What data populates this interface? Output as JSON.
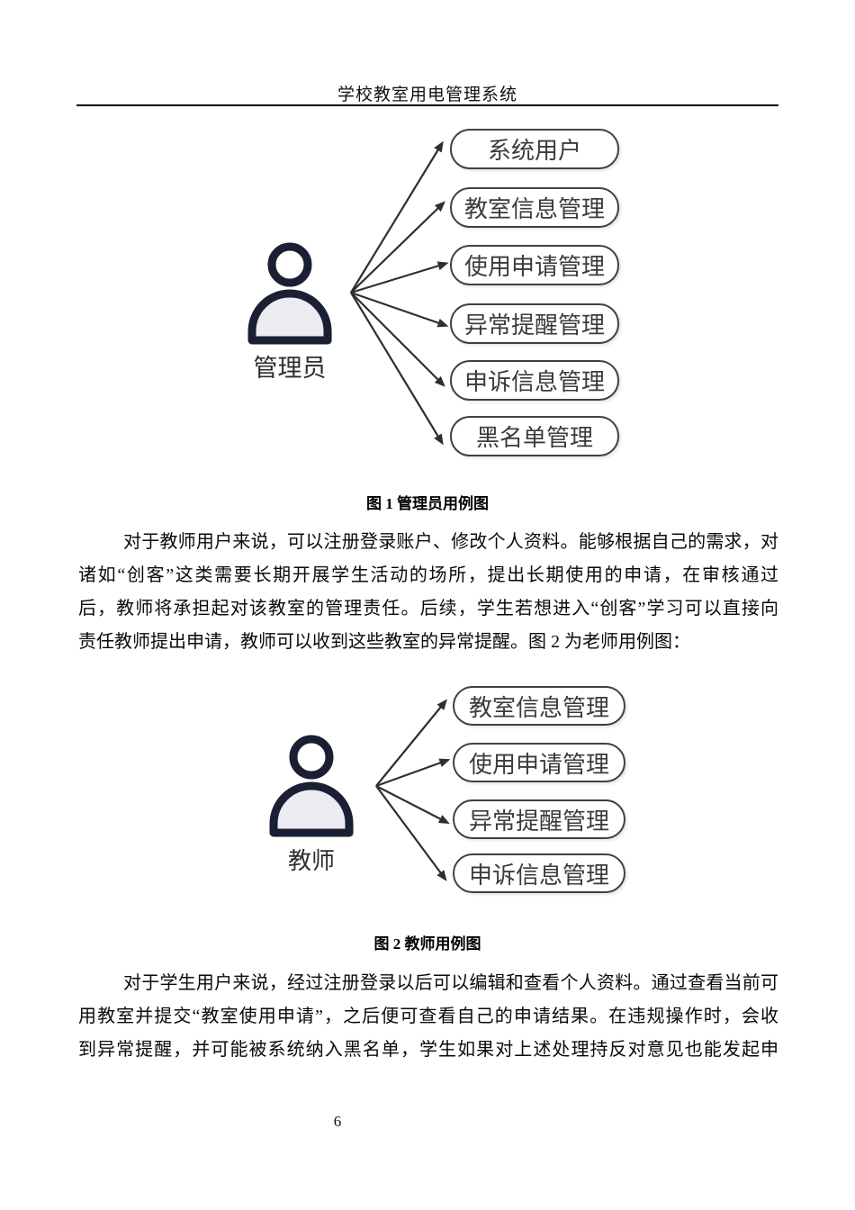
{
  "header": {
    "title": "学校教室用电管理系统"
  },
  "figure1": {
    "actor_label": "管理员",
    "usecases": [
      "系统用户",
      "教室信息管理",
      "使用申请管理",
      "异常提醒管理",
      "申诉信息管理",
      "黑名单管理"
    ],
    "caption": "图 1 管理员用例图"
  },
  "paragraph1": {
    "lines": [
      "对于教师用户来说，可以注册登录账户、修改个人资料。能够根据自己的需求，对",
      "诸如“创客”这类需要长期开展学生活动的场所，提出长期使用的申请，在审核通过",
      "后，教师将承担起对该教室的管理责任。后续，学生若想进入“创客”学习可以直接向",
      "责任教师提出申请，教师可以收到这些教室的异常提醒。图 2 为老师用例图："
    ]
  },
  "figure2": {
    "actor_label": "教师",
    "usecases": [
      "教室信息管理",
      "使用申请管理",
      "异常提醒管理",
      "申诉信息管理"
    ],
    "caption": "图 2 教师用例图"
  },
  "paragraph2": {
    "lines": [
      "对于学生用户来说，经过注册登录以后可以编辑和查看个人资料。通过查看当前可",
      "用教室并提交“教室使用申请”，之后便可查看自己的申请结果。在违规操作时，会收",
      "到异常提醒，并可能被系统纳入黑名单，学生如果对上述处理持反对意见也能发起申"
    ]
  },
  "footer": {
    "page_number": "6"
  },
  "colors": {
    "actor_stroke": "#1a1f33",
    "actor_fill": "#ecebf1",
    "actor_shadow": "#e0e0e8",
    "box_border": "#404040",
    "box_text": "#3b3b3b",
    "arrow": "#2f2f2f",
    "rule": "#000000"
  }
}
